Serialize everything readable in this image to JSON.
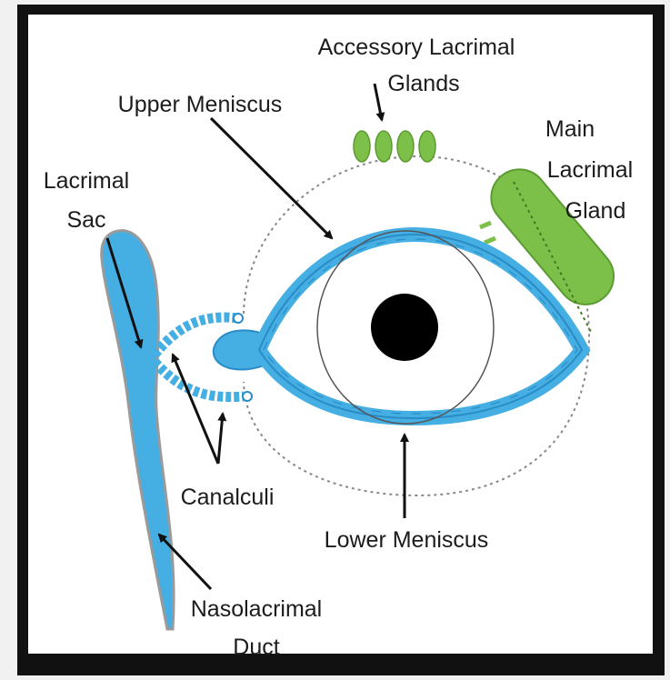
{
  "colors": {
    "background": "#f1f1f1",
    "frame": "#111111",
    "panel": "#ffffff",
    "tear_fluid": "#45aee2",
    "tear_fluid_dark": "#2a8cc7",
    "gland": "#7cc04a",
    "pupil": "#000000",
    "text": "#1c1c1c"
  },
  "labels": {
    "accessory_glands_line1": "Accessory Lacrimal",
    "accessory_glands_line2": "Glands",
    "upper_meniscus": "Upper Meniscus",
    "main_gland_line1": "Main",
    "main_gland_line2": "Lacrimal",
    "main_gland_line3": "Gland",
    "lacrimal_sac_line1": "Lacrimal",
    "lacrimal_sac_line2": "Sac",
    "canaliculi": "Canalculi",
    "lower_meniscus": "Lower Meniscus",
    "nasolacrimal_line1": "Nasolacrimal",
    "nasolacrimal_line2": "Duct"
  }
}
